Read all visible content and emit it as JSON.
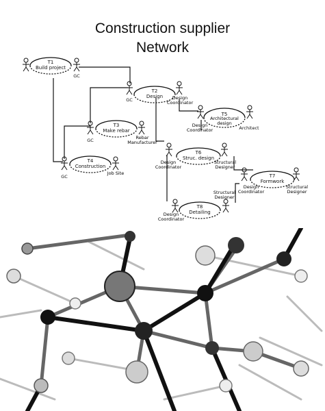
{
  "title": {
    "line1": "Construction supplier",
    "line2": "Network"
  },
  "tasks": [
    {
      "id": "T1",
      "name": "Build project"
    },
    {
      "id": "T2",
      "name": "Design"
    },
    {
      "id": "T3",
      "name": "Make rebar"
    },
    {
      "id": "T4",
      "name": "Construction"
    },
    {
      "id": "T5",
      "name": "Architectural design"
    },
    {
      "id": "T6",
      "name": "Struc. design"
    },
    {
      "id": "T7",
      "name": "Formwork"
    },
    {
      "id": "T8",
      "name": "Detailing"
    }
  ],
  "actors": {
    "gc": "GC",
    "design_coordinator": "Design Coordinator",
    "architect": "Architect",
    "rebar_manufacturer": "Rebar Manufacturer",
    "job_site": "Job Site",
    "structural_designer": "Structural Designer"
  },
  "background_image": {
    "subject": "molecular network structure",
    "palette": [
      "#000000",
      "#888888",
      "#ffffff"
    ]
  }
}
